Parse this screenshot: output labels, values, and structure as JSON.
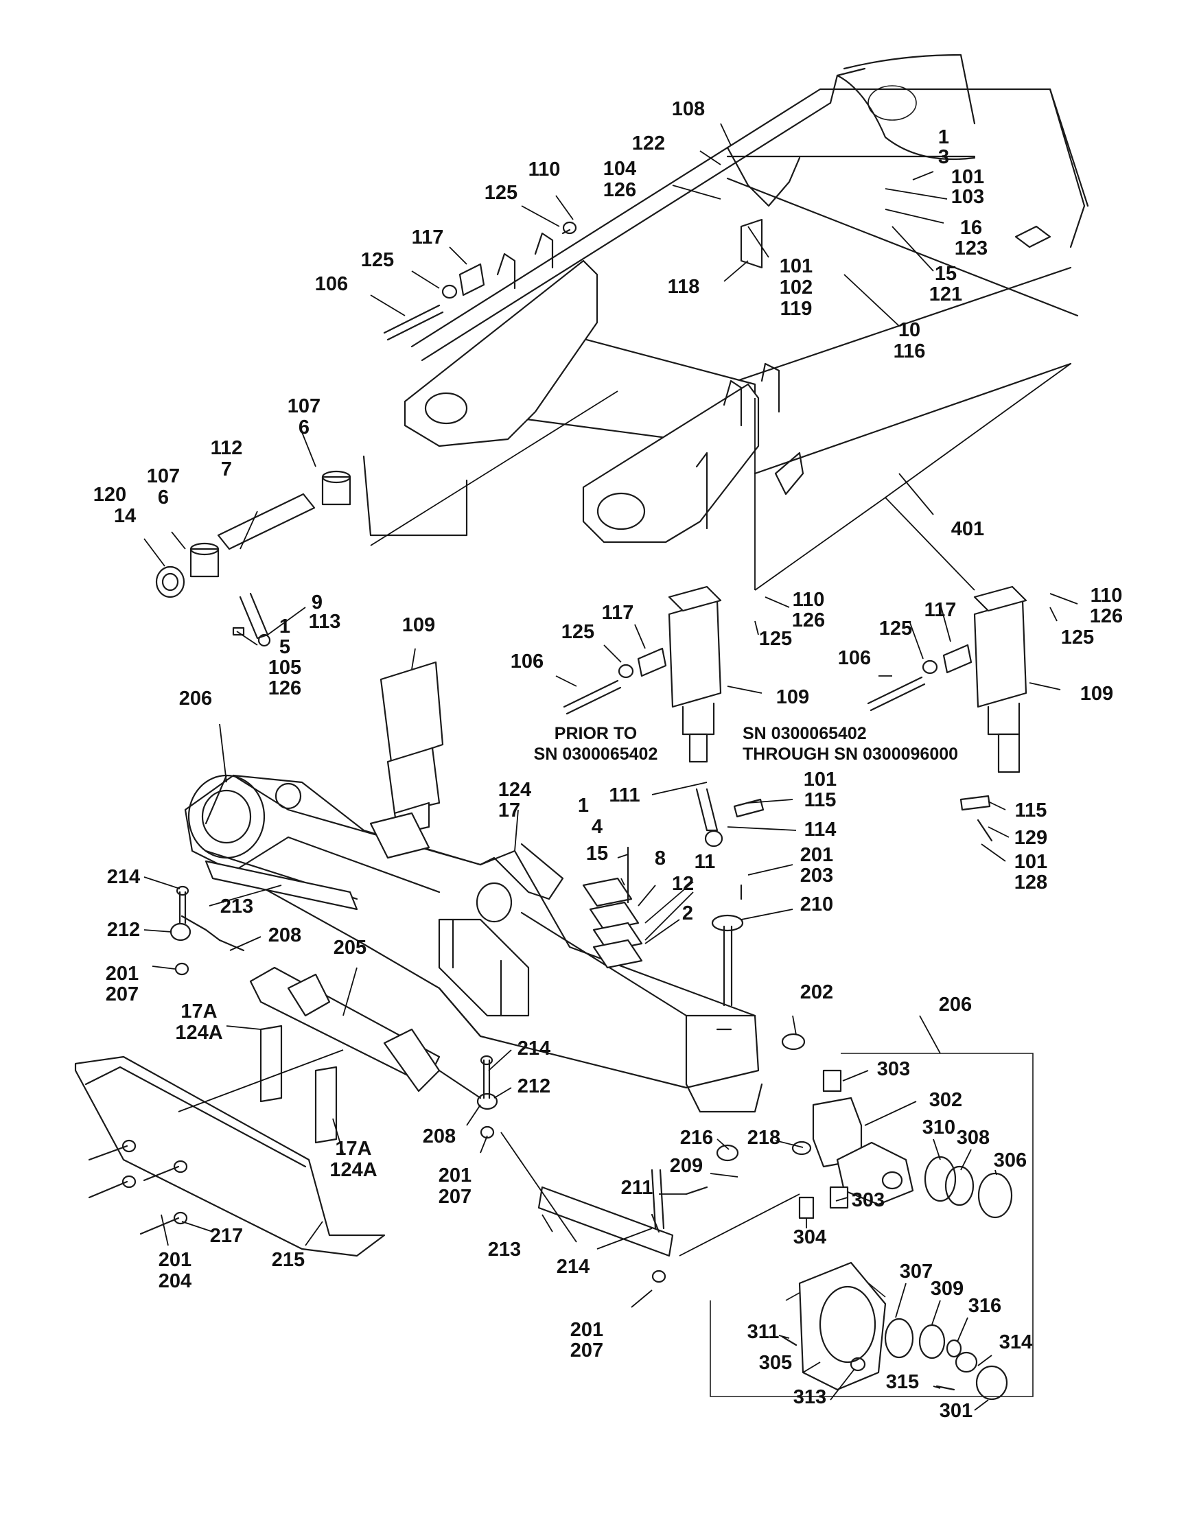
{
  "notes": {
    "prior": [
      "PRIOR TO",
      "SN 0300065402"
    ],
    "through": [
      "SN 0300065402",
      "THROUGH SN 0300096000"
    ]
  },
  "callouts": [
    [
      "108"
    ],
    [
      "122"
    ],
    [
      "104",
      "126"
    ],
    [
      "110"
    ],
    [
      "125"
    ],
    [
      "1",
      "3"
    ],
    [
      "101",
      "103"
    ],
    [
      "16",
      "123"
    ],
    [
      "15",
      "121"
    ],
    [
      "117"
    ],
    [
      "125"
    ],
    [
      "106"
    ],
    [
      "118"
    ],
    [
      "101",
      "102",
      "119"
    ],
    [
      "10",
      "116"
    ],
    [
      "107",
      "6"
    ],
    [
      "112",
      "7"
    ],
    [
      "107",
      "6"
    ],
    [
      "120",
      "14"
    ],
    [
      "9",
      "113"
    ],
    [
      "1",
      "5",
      "105",
      "126"
    ],
    [
      "401"
    ],
    [
      "109"
    ],
    [
      "117"
    ],
    [
      "125"
    ],
    [
      "106"
    ],
    [
      "110",
      "126"
    ],
    [
      "125"
    ],
    [
      "109"
    ],
    [
      "117"
    ],
    [
      "125"
    ],
    [
      "106"
    ],
    [
      "110",
      "126"
    ],
    [
      "125"
    ],
    [
      "109"
    ],
    [
      "206"
    ],
    [
      "124",
      "17"
    ],
    [
      "111"
    ],
    [
      "101",
      "115"
    ],
    [
      "114"
    ],
    [
      "1",
      "4"
    ],
    [
      "15"
    ],
    [
      "8"
    ],
    [
      "11"
    ],
    [
      "12"
    ],
    [
      "2"
    ],
    [
      "201",
      "203"
    ],
    [
      "210"
    ],
    [
      "115"
    ],
    [
      "129"
    ],
    [
      "101",
      "128"
    ],
    [
      "214"
    ],
    [
      "213"
    ],
    [
      "212"
    ],
    [
      "208"
    ],
    [
      "201",
      "207"
    ],
    [
      "205"
    ],
    [
      "202"
    ],
    [
      "206"
    ],
    [
      "17A",
      "124A"
    ],
    [
      "214"
    ],
    [
      "212"
    ],
    [
      "208"
    ],
    [
      "201",
      "207"
    ],
    [
      "17A",
      "124A"
    ],
    [
      "303"
    ],
    [
      "302"
    ],
    [
      "216"
    ],
    [
      "218"
    ],
    [
      "209"
    ],
    [
      "310"
    ],
    [
      "308"
    ],
    [
      "306"
    ],
    [
      "211"
    ],
    [
      "303"
    ],
    [
      "304"
    ],
    [
      "217"
    ],
    [
      "201",
      "204"
    ],
    [
      "215"
    ],
    [
      "213"
    ],
    [
      "214"
    ],
    [
      "201",
      "207"
    ],
    [
      "307"
    ],
    [
      "309"
    ],
    [
      "316"
    ],
    [
      "311"
    ],
    [
      "314"
    ],
    [
      "305"
    ],
    [
      "313"
    ],
    [
      "315"
    ],
    [
      "301"
    ]
  ]
}
